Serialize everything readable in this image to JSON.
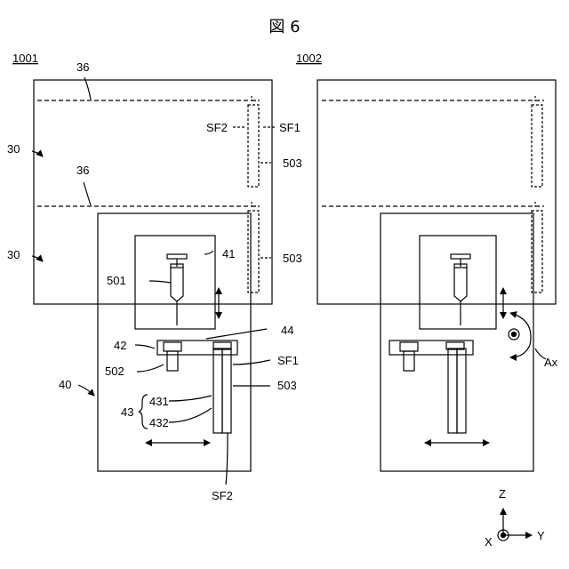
{
  "title": "図 6",
  "left": {
    "label": "1001",
    "r36a": "36",
    "r36b": "36",
    "r30a": "30",
    "r30b": "30",
    "sf2": "SF2",
    "sf1": "SF1",
    "r503a": "503",
    "r503b": "503",
    "r41": "41",
    "r501": "501",
    "r44": "44",
    "r42": "42",
    "r502": "502",
    "sf1b": "SF1",
    "r40": "40",
    "r431": "431",
    "r503c": "503",
    "r43": "43",
    "r432": "432",
    "sf2b": "SF2"
  },
  "right": {
    "label": "1002",
    "ax": "Ax"
  },
  "axes": {
    "z": "Z",
    "y": "Y",
    "x": "X"
  }
}
